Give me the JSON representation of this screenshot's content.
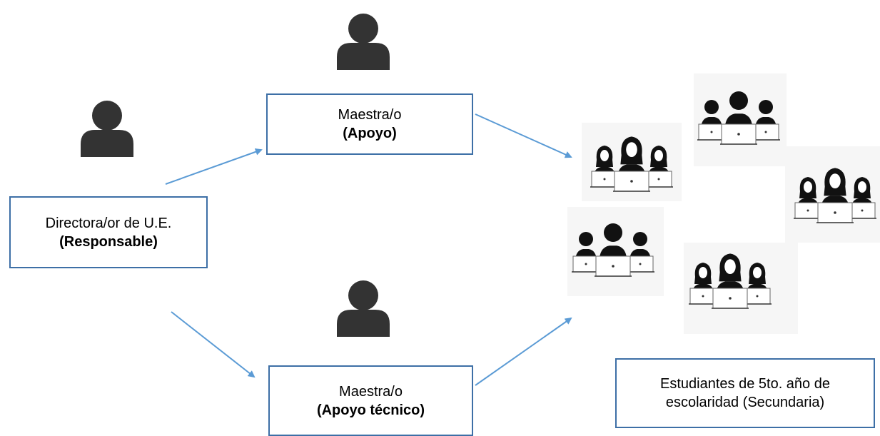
{
  "colors": {
    "box_border": "#3d6fa6",
    "arrow": "#5b9bd5",
    "person": "#333333"
  },
  "nodes": {
    "director": {
      "line1": "Directora/or de U.E.",
      "line2": "(Responsable)",
      "icon": "person-icon"
    },
    "support_teacher": {
      "line1": "Maestra/o",
      "line2": "(Apoyo)",
      "icon": "person-icon"
    },
    "tech_teacher": {
      "line1": "Maestra/o",
      "line2": "(Apoyo técnico)",
      "icon": "person-icon"
    },
    "students": {
      "line1": "Estudiantes de 5to. año de",
      "line2": "escolaridad (Secundaria)",
      "icon": "student-group-icon"
    }
  }
}
